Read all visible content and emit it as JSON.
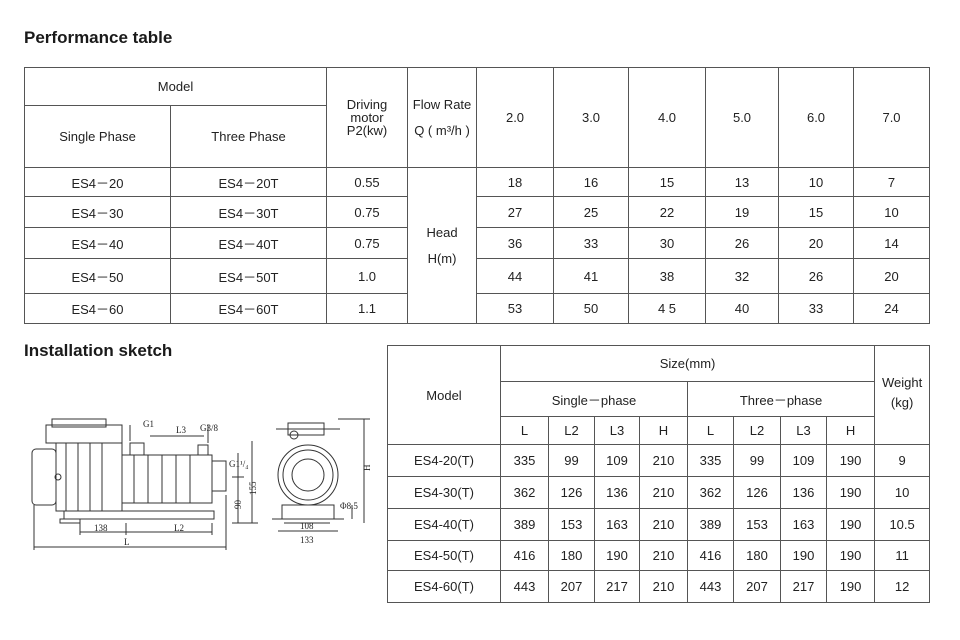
{
  "performance": {
    "title": "Performance table",
    "headers": {
      "model": "Model",
      "single_phase": "Single Phase",
      "three_phase": "Three Phase",
      "driving_motor_line1": "Driving",
      "driving_motor_line2": "motor",
      "driving_motor_line3": "P2(kw)",
      "flow_rate_line1": "Flow Rate",
      "flow_rate_line2": "Q ( m³/h )",
      "flows": [
        "2.0",
        "3.0",
        "4.0",
        "5.0",
        "6.0",
        "7.0"
      ],
      "head_line1": "Head",
      "head_line2": "H(m)"
    },
    "rows": [
      {
        "single": "ES4－20",
        "three": "ES4－20T",
        "power": "0.55",
        "heads": [
          "18",
          "16",
          "15",
          "13",
          "10",
          "7"
        ]
      },
      {
        "single": "ES4－30",
        "three": "ES4－30T",
        "power": "0.75",
        "heads": [
          "27",
          "25",
          "22",
          "19",
          "15",
          "10"
        ]
      },
      {
        "single": "ES4－40",
        "three": "ES4－40T",
        "power": "0.75",
        "heads": [
          "36",
          "33",
          "30",
          "26",
          "20",
          "14"
        ]
      },
      {
        "single": "ES4－50",
        "three": "ES4－50T",
        "power": "1.0",
        "heads": [
          "44",
          "41",
          "38",
          "32",
          "26",
          "20"
        ]
      },
      {
        "single": "ES4－60",
        "three": "ES4－60T",
        "power": "1.1",
        "heads": [
          "53",
          "50",
          "4 5",
          "40",
          "33",
          "24"
        ]
      }
    ]
  },
  "installation": {
    "title": "Installation sketch",
    "sketch_labels": {
      "g1": "G1",
      "l3": "L3",
      "g38": "G3/8",
      "g114": "G1¹/₄",
      "d90": "90",
      "d155": "155",
      "d138": "138",
      "l2": "L2",
      "l": "L",
      "h": "H",
      "d85": "Φ8.5",
      "d108": "108",
      "d133": "133"
    },
    "size_table": {
      "model": "Model",
      "size": "Size(mm)",
      "single_phase": "Single－phase",
      "three_phase": "Three－phase",
      "weight_line1": "Weight",
      "weight_line2": "(kg)",
      "dims": [
        "L",
        "L2",
        "L3",
        "H"
      ],
      "rows": [
        {
          "model": "ES4-20(T)",
          "single": [
            "335",
            "99",
            "109",
            "210"
          ],
          "three": [
            "335",
            "99",
            "109",
            "190"
          ],
          "weight": "9"
        },
        {
          "model": "ES4-30(T)",
          "single": [
            "362",
            "126",
            "136",
            "210"
          ],
          "three": [
            "362",
            "126",
            "136",
            "190"
          ],
          "weight": "10"
        },
        {
          "model": "ES4-40(T)",
          "single": [
            "389",
            "153",
            "163",
            "210"
          ],
          "three": [
            "389",
            "153",
            "163",
            "190"
          ],
          "weight": "10.5"
        },
        {
          "model": "ES4-50(T)",
          "single": [
            "416",
            "180",
            "190",
            "210"
          ],
          "three": [
            "416",
            "180",
            "190",
            "190"
          ],
          "weight": "11"
        },
        {
          "model": "ES4-60(T)",
          "single": [
            "443",
            "207",
            "217",
            "210"
          ],
          "three": [
            "443",
            "207",
            "217",
            "190"
          ],
          "weight": "12"
        }
      ]
    }
  }
}
